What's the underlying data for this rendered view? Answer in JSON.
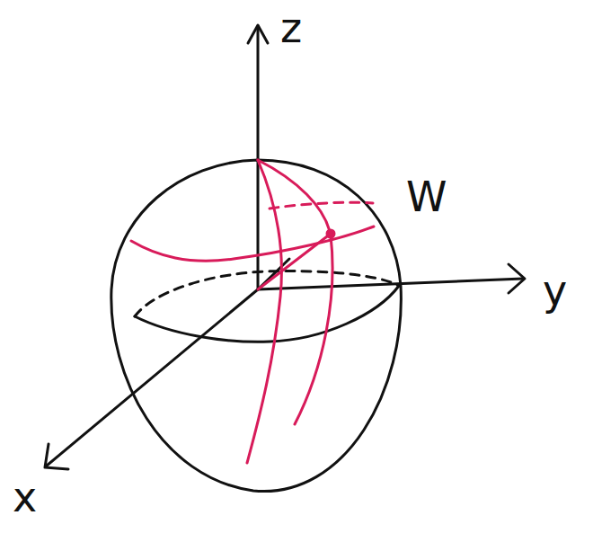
{
  "diagram": {
    "labels": [
      "z",
      "y",
      "x",
      "W"
    ]
  }
}
